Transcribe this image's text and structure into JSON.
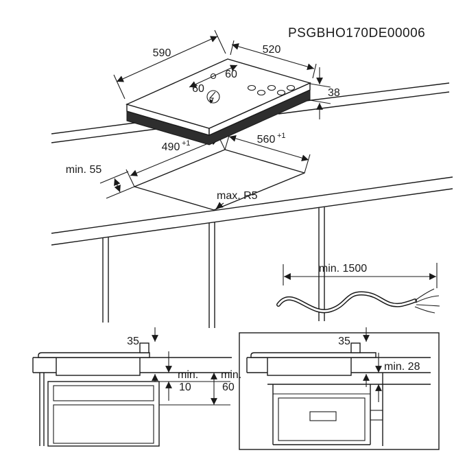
{
  "part_number": "PSGBHO170DE00006",
  "hob": {
    "width": "590",
    "depth": "520",
    "height": "38",
    "cable_left": "60",
    "cable_right": "60"
  },
  "cutout": {
    "depth": "490",
    "width": "560",
    "tolerance": "+1",
    "min_edge": "min. 55",
    "max_radius": "max. R5"
  },
  "cable": {
    "min_length": "min. 1500"
  },
  "drawer_install": {
    "hob_depth": "35",
    "gap_label": "min.",
    "gap_value": "10",
    "clearance_label": "min.",
    "clearance_value": "60"
  },
  "oven_install": {
    "hob_depth": "35",
    "min_gap": "min. 28"
  }
}
